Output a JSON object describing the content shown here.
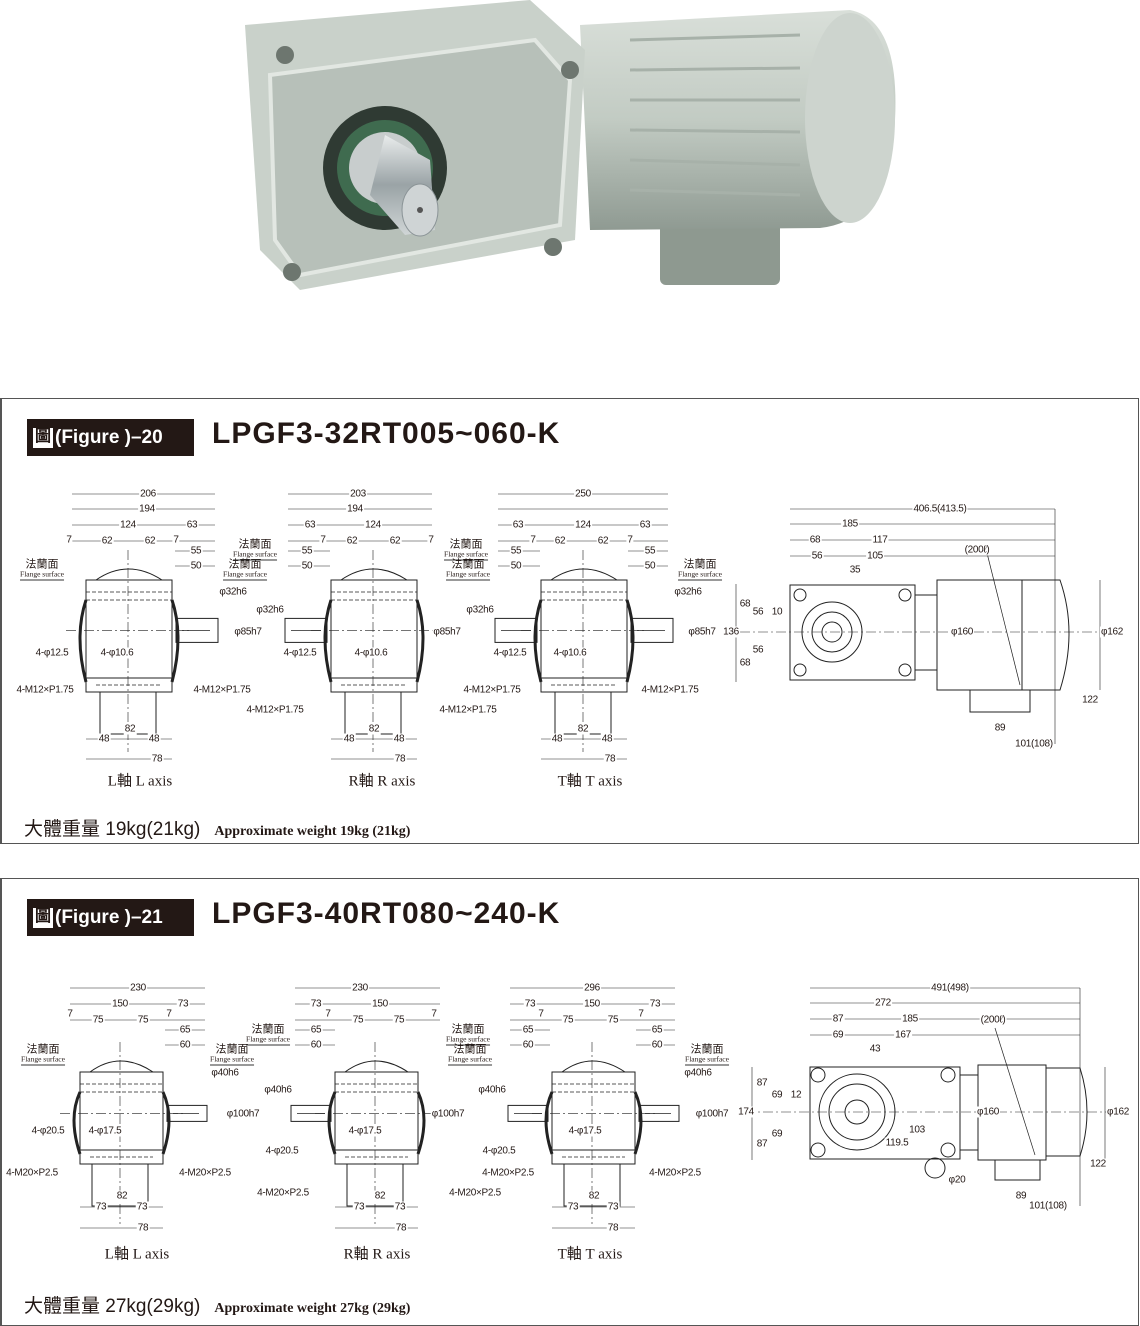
{
  "product_image": {
    "name": "gear-motor-photo"
  },
  "flange_label": {
    "cn": "法蘭面",
    "en": "Flange surface"
  },
  "figures": [
    {
      "badge": {
        "cn": "圖",
        "label": "(Figure )–20"
      },
      "model": "LPGF3-32RT005~060-K",
      "views": [
        {
          "caption": "L軸  L axis",
          "dims": [
            "206",
            "194",
            "124",
            "63",
            "7",
            "62",
            "62",
            "7",
            "55",
            "50",
            "φ32h6",
            "φ85h7",
            "4-φ12.5",
            "4-φ10.6",
            "4-M12×P1.75",
            "4-M12×P1.75",
            "82",
            "48",
            "48",
            "78"
          ]
        },
        {
          "caption": "R軸  R axis",
          "dims": [
            "203",
            "194",
            "63",
            "124",
            "7",
            "62",
            "62",
            "7",
            "55",
            "50",
            "φ32h6",
            "φ85h7",
            "4-φ12.5",
            "4-φ10.6",
            "4-M12×P1.75",
            "4-M12×P1.75",
            "82",
            "48",
            "48",
            "78"
          ]
        },
        {
          "caption": "T軸  T axis",
          "dims": [
            "250",
            "63",
            "124",
            "63",
            "7",
            "62",
            "62",
            "7",
            "55",
            "50",
            "55",
            "50",
            "φ32h6",
            "φ32h6",
            "φ85h7",
            "4-φ12.5",
            "4-φ10.6",
            "4-M12×P1.75",
            "4-M12×P1.75",
            "82",
            "48",
            "48",
            "78"
          ]
        }
      ],
      "side_view": {
        "dims": [
          "406.5(413.5)",
          "185",
          "68",
          "117",
          "56",
          "105",
          "35",
          "(200ℓ)",
          "68",
          "56",
          "10",
          "136",
          "56",
          "68",
          "φ160",
          "φ162",
          "122",
          "89",
          "101(108)"
        ]
      },
      "weight": {
        "cn": "大體重量 19kg(21kg)",
        "en": "Approximate weight 19kg (21kg)"
      }
    },
    {
      "badge": {
        "cn": "圖",
        "label": "(Figure )–21"
      },
      "model": "LPGF3-40RT080~240-K",
      "views": [
        {
          "caption": "L軸  L axis",
          "dims": [
            "230",
            "150",
            "73",
            "7",
            "75",
            "75",
            "7",
            "65",
            "60",
            "φ40h6",
            "φ100h7",
            "4-φ20.5",
            "4-φ17.5",
            "4-M20×P2.5",
            "4-M20×P2.5",
            "82",
            "73",
            "73",
            "78"
          ]
        },
        {
          "caption": "R軸  R axis",
          "dims": [
            "230",
            "73",
            "150",
            "7",
            "75",
            "75",
            "7",
            "65",
            "60",
            "φ40h6",
            "φ100h7",
            "4-φ17.5",
            "4-φ20.5",
            "4-M20×P2.5",
            "4-M20×P2.5",
            "82",
            "73",
            "73",
            "78"
          ]
        },
        {
          "caption": "T軸  T axis",
          "dims": [
            "296",
            "73",
            "150",
            "73",
            "7",
            "75",
            "75",
            "7",
            "65",
            "60",
            "65",
            "60",
            "φ40h6",
            "φ40h6",
            "φ100h7",
            "4-φ17.5",
            "4-φ20.5",
            "4-M20×P2.5",
            "4-M20×P2.5",
            "82",
            "73",
            "73",
            "78"
          ]
        }
      ],
      "side_view": {
        "dims": [
          "491(498)",
          "272",
          "87",
          "185",
          "69",
          "167",
          "43",
          "(200ℓ)",
          "87",
          "69",
          "12",
          "174",
          "69",
          "87",
          "103",
          "119.5",
          "φ160",
          "φ162",
          "φ20",
          "122",
          "89",
          "101(108)"
        ]
      },
      "weight": {
        "cn": "大體重量 27kg(29kg)",
        "en": "Approximate weight 27kg (29kg)"
      }
    }
  ]
}
